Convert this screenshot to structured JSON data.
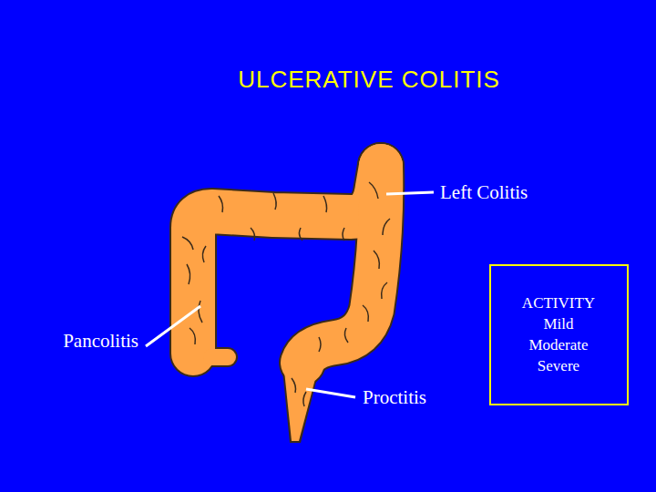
{
  "diagram": {
    "title": "ULCERATIVE COLITIS",
    "nodes": [
      {
        "text": [
          "ACTIVITY",
          "Mild",
          "Moderate",
          "Severe"
        ]
      }
    ],
    "labels": [
      "Left Colitis",
      "Pancolitis",
      "Proctitis"
    ]
  }
}
